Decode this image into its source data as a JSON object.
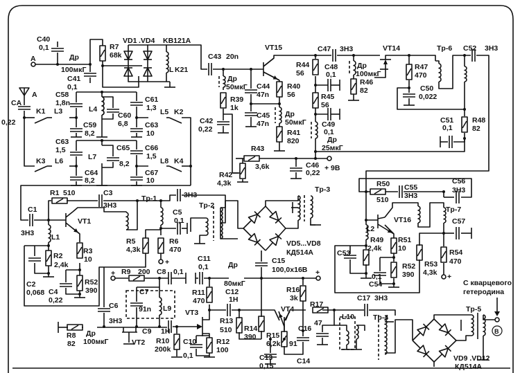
{
  "labels": {
    "C40": [
      "C40",
      "0,1"
    ],
    "A_in": "A",
    "Dr1": [
      "Др",
      "100мкГ"
    ],
    "C41": [
      "C41",
      "0,1"
    ],
    "R7": [
      "R7",
      "68k"
    ],
    "VD": [
      "VD1",
      ".VD4",
      "KB121A"
    ],
    "LK21": [
      "L",
      "K21"
    ],
    "C43": [
      "C43",
      "20n"
    ],
    "Dr2": [
      "Др",
      "50мкГ"
    ],
    "R39": [
      "R39",
      "1k"
    ],
    "C42": [
      "C42",
      "0,22"
    ],
    "C44": [
      "C44",
      "47n"
    ],
    "C45": [
      "C45",
      "47n"
    ],
    "VT15": "VT15",
    "R40": [
      "R40",
      "56"
    ],
    "Dr3": [
      "Др",
      "50мкГ"
    ],
    "R41": [
      "R41",
      "820"
    ],
    "R42": [
      "R42",
      "4,3k"
    ],
    "R43": [
      "R43",
      "3,6k"
    ],
    "C46": [
      "C46",
      "0,22"
    ],
    "V9": "+ 9В",
    "C47": [
      "C47",
      "3H3"
    ],
    "R44": [
      "R44",
      "56"
    ],
    "C48": [
      "C48",
      "0,1"
    ],
    "R45": [
      "R45",
      "56"
    ],
    "C49": [
      "C49",
      "0,1"
    ],
    "Dr4": [
      "Др",
      "25мкГ"
    ],
    "Dr5": [
      "Др",
      "100мкГ"
    ],
    "R46": [
      "R46",
      "82"
    ],
    "VT14": "VT14",
    "R47": [
      "R47",
      "470"
    ],
    "C50": [
      "C50",
      "0,022"
    ],
    "Tp6": "Tp-6",
    "C52": [
      "C52",
      "3H3"
    ],
    "C51": [
      "C51",
      "0,1"
    ],
    "R48": [
      "R48",
      "82"
    ],
    "CA": [
      "CA",
      "0,22"
    ],
    "A_ant": "A",
    "K1": "K1",
    "K2": "K2",
    "K3": "K3",
    "K4": "K4",
    "L3": "L3",
    "L4": "L4",
    "L5": "L5",
    "L6": "L6",
    "L7": "L7",
    "L8": "L8",
    "C58": [
      "C58",
      "1,8n"
    ],
    "C59": [
      "C59",
      "8,2"
    ],
    "C60": [
      "C60",
      "6,8"
    ],
    "C61": [
      "C61",
      "1,3"
    ],
    "C63a": [
      "C63",
      "10"
    ],
    "C63b": [
      "C63",
      "1,5"
    ],
    "C64": [
      "C64",
      "8,2"
    ],
    "C65": [
      "C65",
      "8,2"
    ],
    "C66": [
      "C66",
      "1,5"
    ],
    "C67": [
      "C67",
      "10"
    ],
    "R1": [
      "R1",
      "510"
    ],
    "C3": [
      "C3",
      "3H3"
    ],
    "C1": [
      "C1",
      "3H3"
    ],
    "VT1": "VT1",
    "Tp1": "Tp-1",
    "C_3H3": "3H3",
    "C5": [
      "C5",
      "0,1"
    ],
    "L1": "L1",
    "R2": [
      "R2",
      "2,4k"
    ],
    "R3": [
      "R3",
      "10"
    ],
    "R5": [
      "R5",
      "4,3k"
    ],
    "R6": [
      "R6",
      "470"
    ],
    "plus1": "+",
    "C2": [
      "C2",
      "0,068"
    ],
    "C4": [
      "C4",
      "0,22"
    ],
    "R52a": [
      "R52",
      "390"
    ],
    "Tp2": "Tp-2",
    "R9": [
      "R9",
      "200"
    ],
    "plus2": "+",
    "C8": [
      "C8",
      "0,1"
    ],
    "C7": [
      "C7",
      "91n"
    ],
    "L9": "L9",
    "C6": [
      "C6",
      "3H3"
    ],
    "R8": [
      "R8",
      "82"
    ],
    "Dr6": [
      "Др",
      "100мкГ"
    ],
    "VT2": "VT2",
    "C9": [
      "C9",
      "1H"
    ],
    "R10": [
      "R10",
      "200k"
    ],
    "C10": [
      "C10",
      "0,1"
    ],
    "R12": [
      "R12",
      "100"
    ],
    "VT3": "VT3",
    "R11": [
      "R11",
      "470"
    ],
    "C11": [
      "C11",
      "0,1"
    ],
    "Dr7": [
      "Др",
      "80мкГ"
    ],
    "C12": [
      "C12",
      "1H"
    ],
    "R13": [
      "R13",
      "510"
    ],
    "R14": [
      "R14",
      "390"
    ],
    "R15": [
      "R15",
      "6,2k"
    ],
    "C13": [
      "C13",
      "0,15"
    ],
    "C14": "C14",
    "R16": [
      "R16",
      "3k"
    ],
    "VT4": "VT4",
    "C15": [
      "C15",
      "100,0x16B"
    ],
    "plus3": "+",
    "Tp3": "Tp-3",
    "VD58": [
      "VD5...VD8",
      "КД514А"
    ],
    "R50": [
      "R50",
      "510"
    ],
    "C55": [
      "C55",
      "3H3"
    ],
    "C56": [
      "C56",
      "3H3"
    ],
    "Tp7": "Tp-7",
    "C57": "C57",
    "VT16": "VT16",
    "L2": "L2",
    "R49": [
      "R49",
      "2,4k"
    ],
    "C53": "C53",
    "R51": [
      "R51",
      "10"
    ],
    "R52b": [
      "R52",
      "390"
    ],
    "C54": [
      "0,1",
      "C54"
    ],
    "R53": [
      "R53",
      "4,3k"
    ],
    "R54": [
      "R54",
      "470"
    ],
    "plus4": "+",
    "R17": [
      "R17",
      "47"
    ],
    "C17": [
      "C17",
      "3H3"
    ],
    "L10": "L10",
    "C16": [
      "C16",
      "91"
    ],
    "Tp4": "Tp-4",
    "Tp5": "Tp-5",
    "quartz": [
      "С кварцевого",
      "гетеродина"
    ],
    "B": "B",
    "VD912": [
      "VD9 .VD12",
      "КД514А"
    ]
  }
}
